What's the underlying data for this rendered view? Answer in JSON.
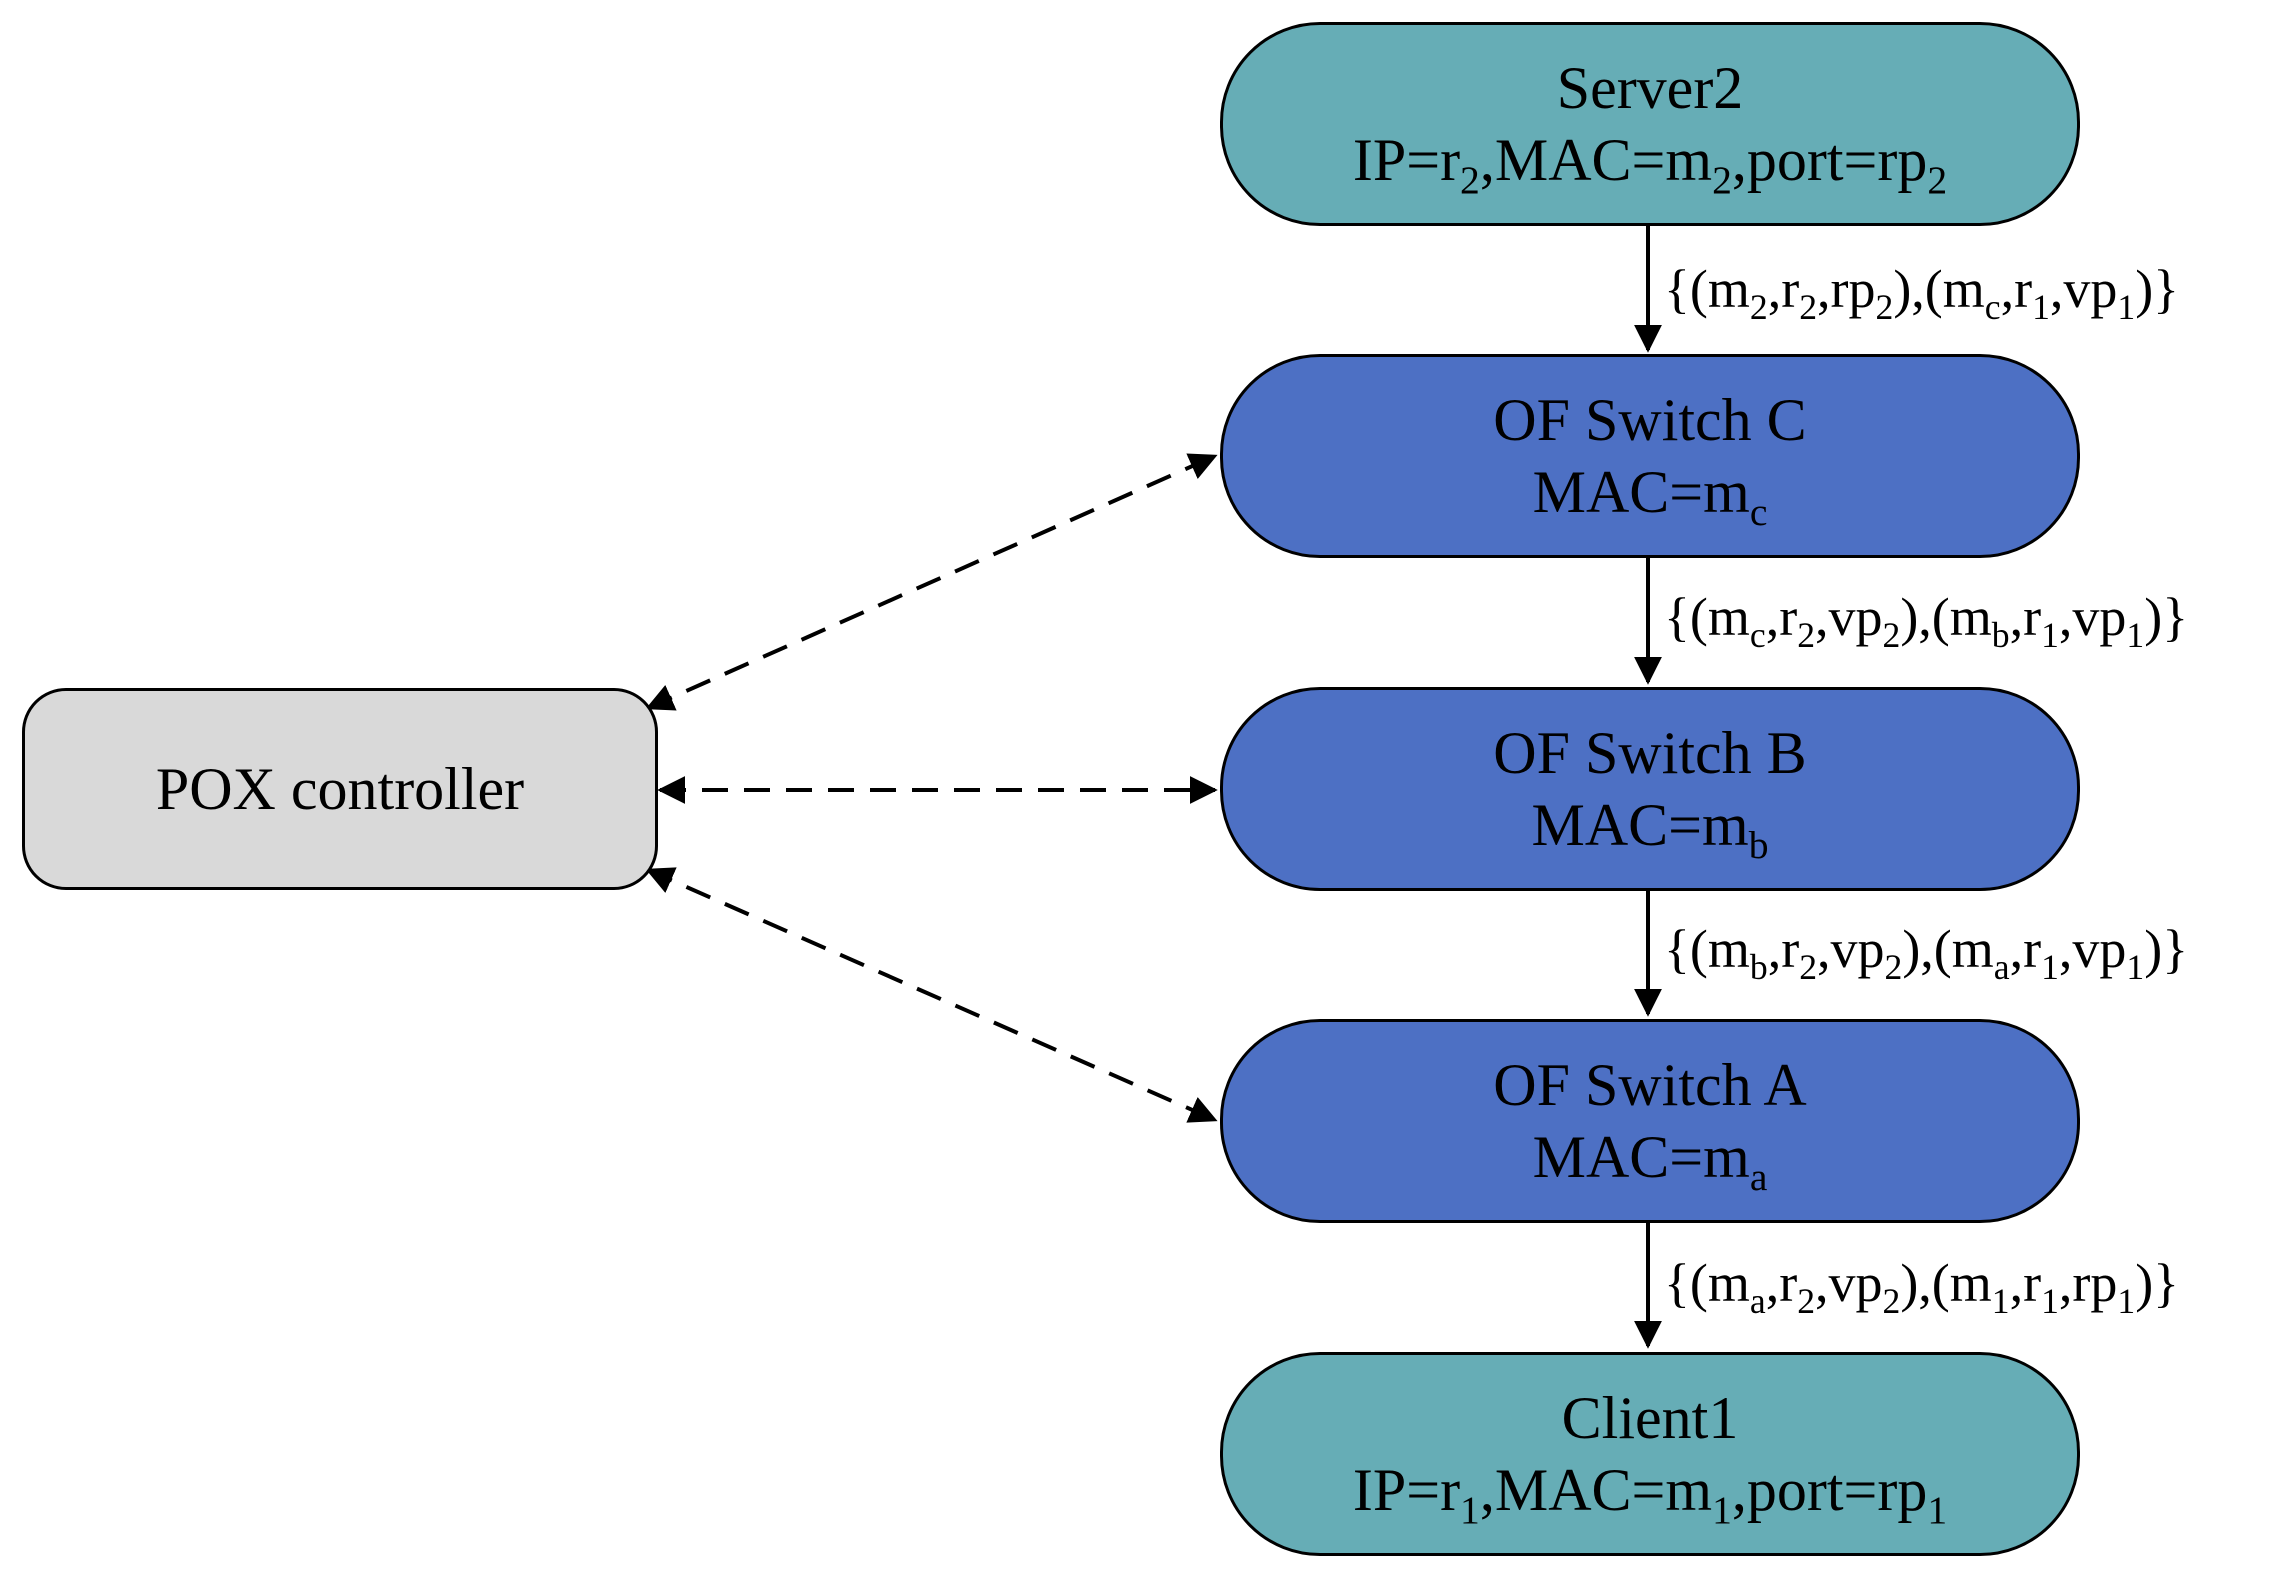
{
  "colors": {
    "host": "#66adb6",
    "switch": "#4d70c4",
    "controller": "#d9d9d9",
    "line": "#000000"
  },
  "controller": {
    "label": "POX controller"
  },
  "server": {
    "name": "Server2",
    "info": {
      "ip_label": "IP=r",
      "ip_sub": "2",
      "mac_label": ",MAC=m",
      "mac_sub": "2",
      "port_label": ",port=rp",
      "port_sub": "2"
    }
  },
  "switch_c": {
    "name": "OF Switch C",
    "mac_label": "MAC=m",
    "mac_sub": "c"
  },
  "switch_b": {
    "name": "OF Switch B",
    "mac_label": "MAC=m",
    "mac_sub": "b"
  },
  "switch_a": {
    "name": "OF Switch A",
    "mac_label": "MAC=m",
    "mac_sub": "a"
  },
  "client": {
    "name": "Client1",
    "info": {
      "ip_label": "IP=r",
      "ip_sub": "1",
      "mac_label": ",MAC=m",
      "mac_sub": "1",
      "port_label": ",port=rp",
      "port_sub": "1"
    }
  },
  "flows": [
    {
      "t1": "{(m",
      "s1": "2",
      "t2": ",r",
      "s2": "2",
      "t3": ",rp",
      "s3": "2",
      "t4": "),(m",
      "s4": "c",
      "t5": ",r",
      "s5": "1",
      "t6": ",vp",
      "s6": "1",
      "t7": ")}"
    },
    {
      "t1": "{(m",
      "s1": "c",
      "t2": ",r",
      "s2": "2",
      "t3": ",vp",
      "s3": "2",
      "t4": "),(m",
      "s4": "b",
      "t5": ",r",
      "s5": "1",
      "t6": ",vp",
      "s6": "1",
      "t7": ")}"
    },
    {
      "t1": "{(m",
      "s1": "b",
      "t2": ",r",
      "s2": "2",
      "t3": ",vp",
      "s3": "2",
      "t4": "),(m",
      "s4": "a",
      "t5": ",r",
      "s5": "1",
      "t6": ",vp",
      "s6": "1",
      "t7": ")}"
    },
    {
      "t1": "{(m",
      "s1": "a",
      "t2": ",r",
      "s2": "2",
      "t3": ",vp",
      "s3": "2",
      "t4": "),(m",
      "s4": "1",
      "t5": ",r",
      "s5": "1",
      "t6": ",rp",
      "s6": "1",
      "t7": ")}"
    }
  ]
}
